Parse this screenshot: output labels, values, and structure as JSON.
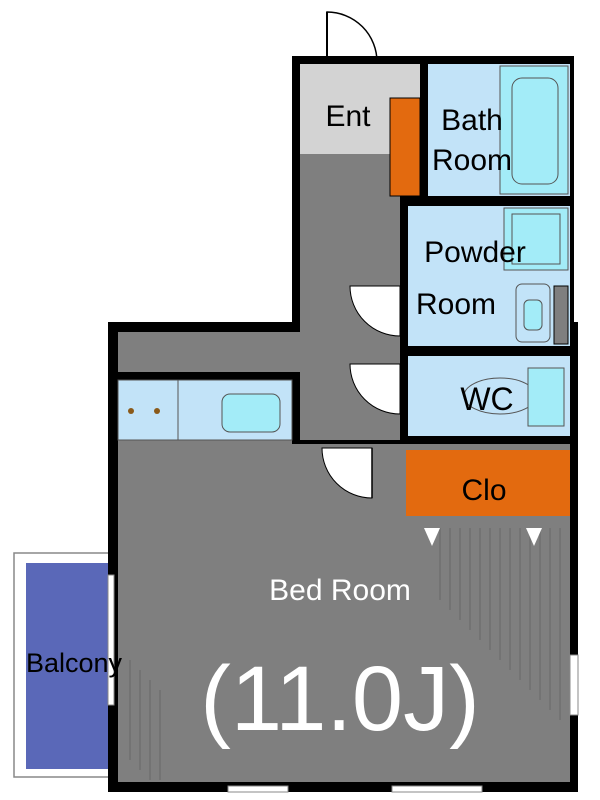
{
  "labels": {
    "ent": "Ent",
    "bath_line1": "Bath",
    "bath_line2": "Room",
    "powder_line1": "Powder",
    "powder_line2": "Room",
    "wc": "WC",
    "clo": "Clo",
    "bed": "Bed Room",
    "size": "(11.0J)",
    "balcony": "Balcony"
  },
  "colors": {
    "wall": "#000000",
    "floor_dark": "#7f7f7f",
    "entrance_floor": "#d3d3d3",
    "wet_area": "#c2e3f8",
    "fixture": "#a3ecf8",
    "storage": "#e36a0f",
    "balcony": "#5a68b8",
    "text_dark": "#000000",
    "text_light": "#ffffff"
  }
}
